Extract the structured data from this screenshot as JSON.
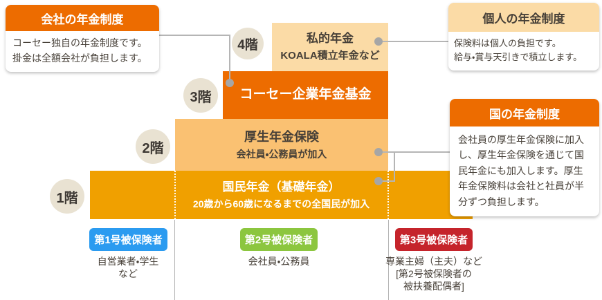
{
  "info_boxes": {
    "company": {
      "title": "会社の年金制度",
      "body": "コーセー独自の年金制度です。\n掛金は全額会社が負担します。"
    },
    "personal": {
      "title": "個人の年金制度",
      "body": "保険料は個人の負担です。\n給与・賞与天引きで積立します。"
    },
    "national": {
      "title": "国の年金制度",
      "body": "会社員の厚生年金保険に加入し、厚生年金保険を通じて国民年金にも加入します。厚生年金保険料は会社と社員が半分ずつ負担します。"
    }
  },
  "floors": [
    {
      "level": "4階",
      "title": "私的年金",
      "subtitle": "KOALA積立年金など"
    },
    {
      "level": "3階",
      "title": "コーセー企業年金基金",
      "subtitle": ""
    },
    {
      "level": "2階",
      "title": "厚生年金保険",
      "subtitle": "会社員・公務員が加入"
    },
    {
      "level": "1階",
      "title": "国民年金（基礎年金）",
      "subtitle": "20歳から60歳になるまでの全国民が加入"
    }
  ],
  "insured_types": [
    {
      "badge": "第1号被保険者",
      "description": "自営業者・学生\nなど",
      "color": "#2b9bf0"
    },
    {
      "badge": "第2号被保険者",
      "description": "会社員・公務員",
      "color": "#8cc63f"
    },
    {
      "badge": "第3号被保険者",
      "description": "専業主婦（主夫）など\n[第2号被保険者の\n被扶養配偶者]",
      "color": "#c5242b"
    }
  ],
  "colors": {
    "orange": "#ed6c00",
    "gold_orange": "#f0a000",
    "light_orange": "#fac172",
    "cream": "#fbdba6",
    "circle_beige": "#e9e2d2",
    "badge_blue": "#2b9bf0",
    "badge_green": "#8cc63f",
    "badge_red": "#c5242b",
    "connector_gray": "#b5b5b5",
    "text_dark": "#474038"
  }
}
